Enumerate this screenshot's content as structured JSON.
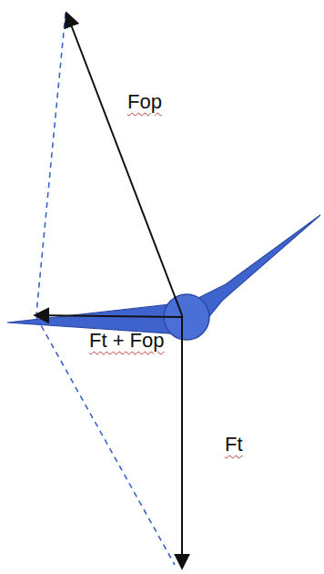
{
  "diagram": {
    "labels": [
      "Fop",
      "Ft + Fop",
      "Ft"
    ]
  }
}
